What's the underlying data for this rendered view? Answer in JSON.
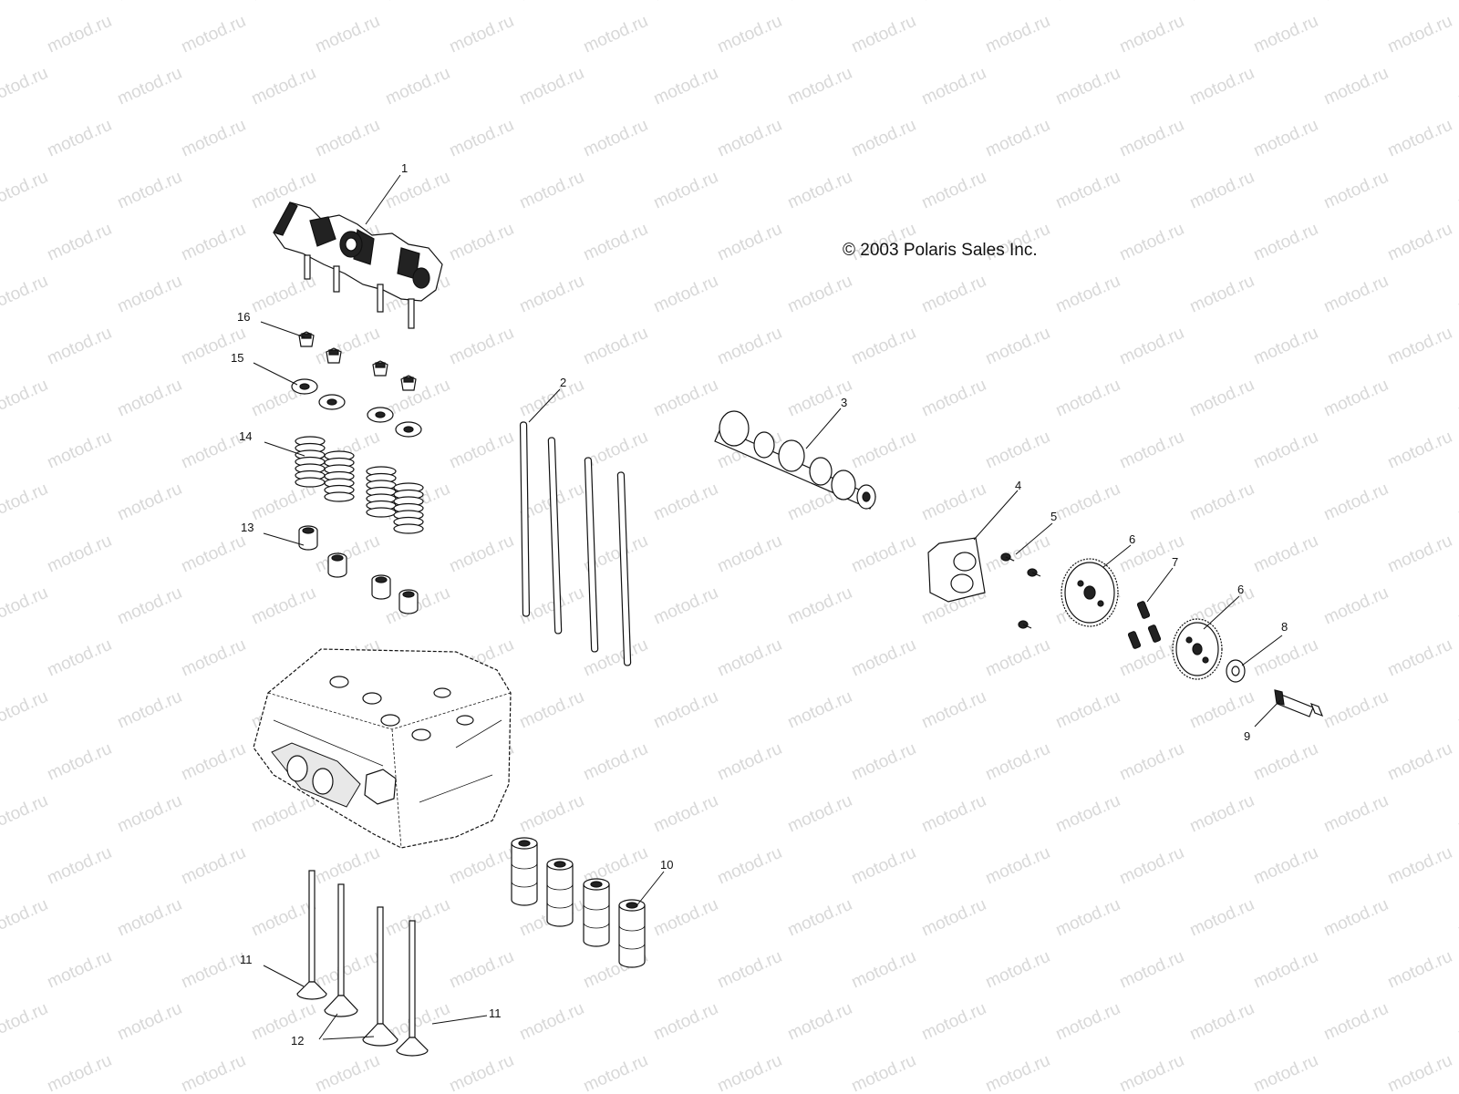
{
  "watermark": {
    "text": "motod.ru"
  },
  "copyright": "© 2003 Polaris Sales Inc.",
  "callouts": {
    "c1": "1",
    "c2": "2",
    "c3": "3",
    "c4": "4",
    "c5": "5",
    "c6a": "6",
    "c6b": "6",
    "c7": "7",
    "c8": "8",
    "c9": "9",
    "c10": "10",
    "c11a": "11",
    "c11b": "11",
    "c12": "12",
    "c13": "13",
    "c14": "14",
    "c15": "15",
    "c16": "16"
  }
}
